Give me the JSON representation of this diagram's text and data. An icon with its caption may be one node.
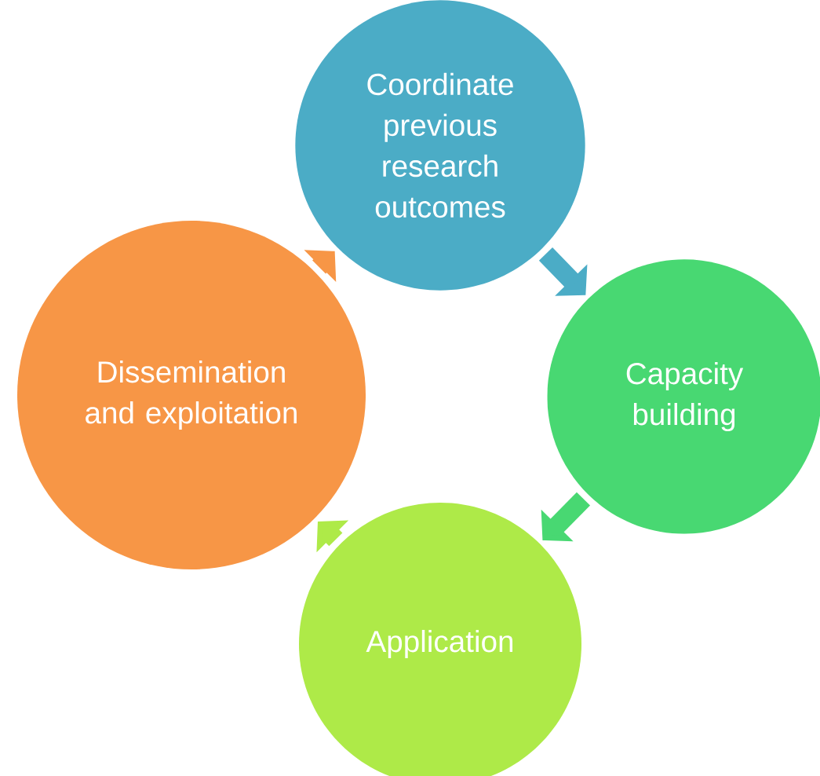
{
  "diagram": {
    "nodes": [
      {
        "text": [
          "Coordinate previous research outcomes"
        ]
      },
      {
        "text": [
          "Capacity building"
        ]
      },
      {
        "text": [
          "Application"
        ]
      },
      {
        "text": [
          "Dissemination and exploitation"
        ]
      }
    ],
    "edges": [
      {
        "from": 0,
        "to": 1,
        "arrow": "to",
        "color": "#4bacc6"
      },
      {
        "from": 1,
        "to": 2,
        "arrow": "to",
        "color": "#48d872"
      },
      {
        "from": 2,
        "to": 3,
        "arrow": "to",
        "color": "#aeea48"
      },
      {
        "from": 3,
        "to": 0,
        "arrow": "to",
        "color": "#f79646"
      }
    ]
  }
}
